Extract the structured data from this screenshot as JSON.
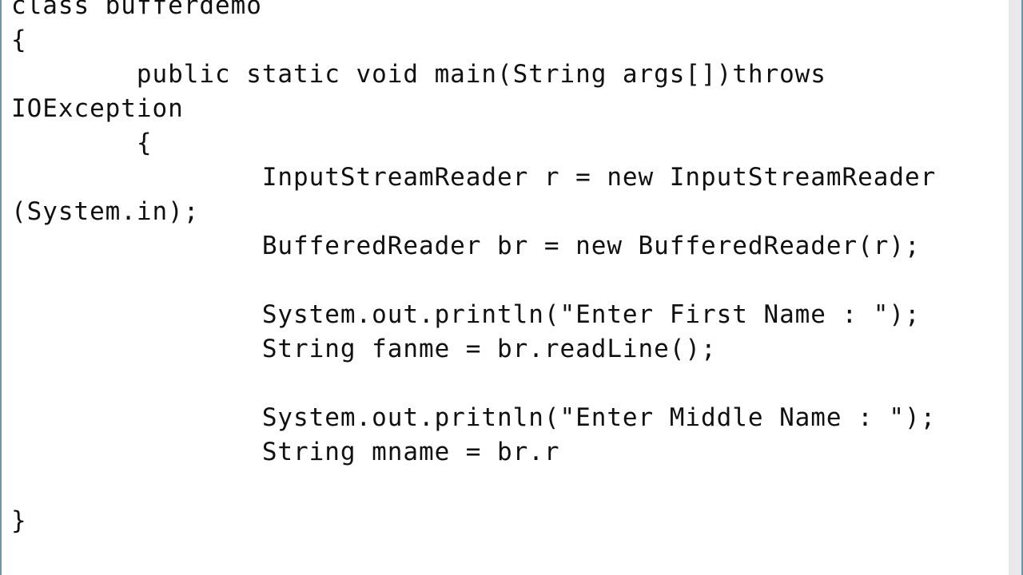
{
  "editor": {
    "lines": [
      "class bufferdemo",
      "{",
      "        public static void main(String args[])throws",
      "IOException",
      "        {",
      "                InputStreamReader r = new InputStreamReader",
      "(System.in);",
      "                BufferedReader br = new BufferedReader(r);",
      "",
      "                System.out.println(\"Enter First Name : \");",
      "                String fanme = br.readLine();",
      "",
      "                System.out.pritnln(\"Enter Middle Name : \");",
      "                String mname = br.r",
      "",
      "}"
    ]
  },
  "colors": {
    "background": "#ffffff",
    "text": "#111111",
    "border": "#6f93a8",
    "scrollbar": "#e9e9ec"
  }
}
